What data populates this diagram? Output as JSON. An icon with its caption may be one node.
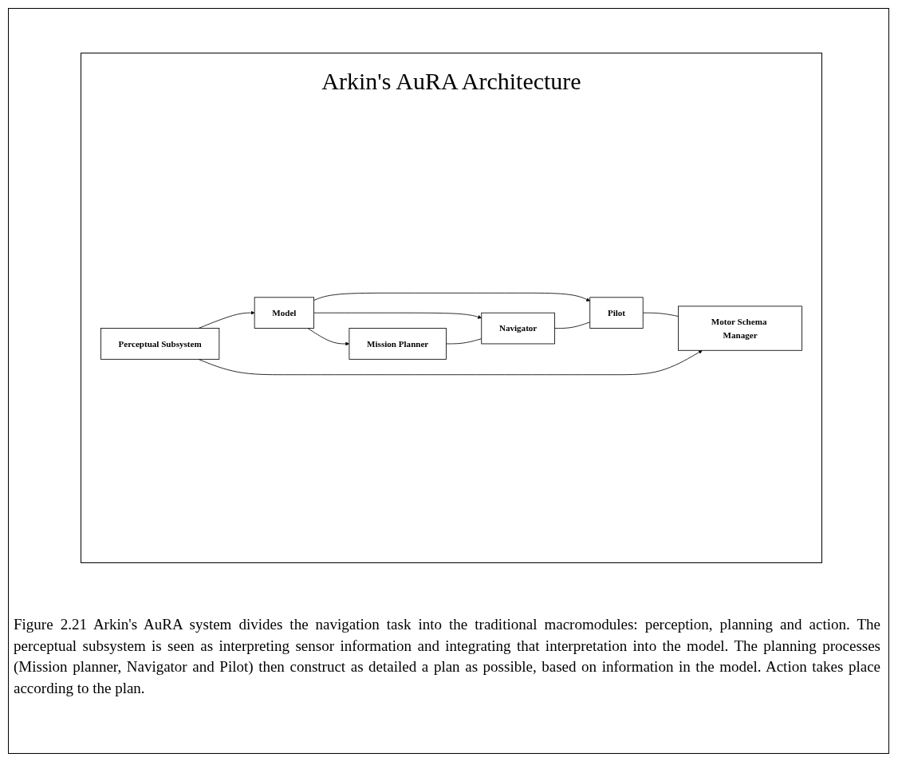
{
  "diagram": {
    "title": "Arkin's AuRA Architecture",
    "nodes": [
      {
        "text": [
          "Model"
        ]
      },
      {
        "text": [
          "Mission Planner"
        ]
      },
      {
        "text": [
          "Navigator"
        ]
      },
      {
        "text": [
          "Pilot"
        ]
      },
      {
        "text": [
          "Perceptual Subsystem"
        ]
      },
      {
        "text": [
          "Motor Schema Manager"
        ]
      }
    ],
    "edges": [
      {
        "from": 0,
        "to": 1,
        "arrow": "to"
      },
      {
        "from": 0,
        "to": 2,
        "arrow": "to"
      },
      {
        "from": 0,
        "to": 3,
        "arrow": "to"
      },
      {
        "from": 1,
        "to": 2,
        "arrow": "none"
      },
      {
        "from": 2,
        "to": 3,
        "arrow": "none"
      },
      {
        "from": 3,
        "to": 5,
        "arrow": "none"
      },
      {
        "from": 4,
        "to": 0,
        "arrow": "to"
      },
      {
        "from": 4,
        "to": 5,
        "arrow": "to"
      }
    ],
    "caption": "Figure 2.21 Arkin's AuRA system divides the navigation task into the traditional macromodules: perception, planning and action. The perceptual subsystem is seen as interpreting sensor information and integrating that interpretation into the model. The planning processes (Mission planner, Navigator and Pilot) then construct as detailed a plan as possible, based on information in the model. Action takes place according to the plan."
  }
}
